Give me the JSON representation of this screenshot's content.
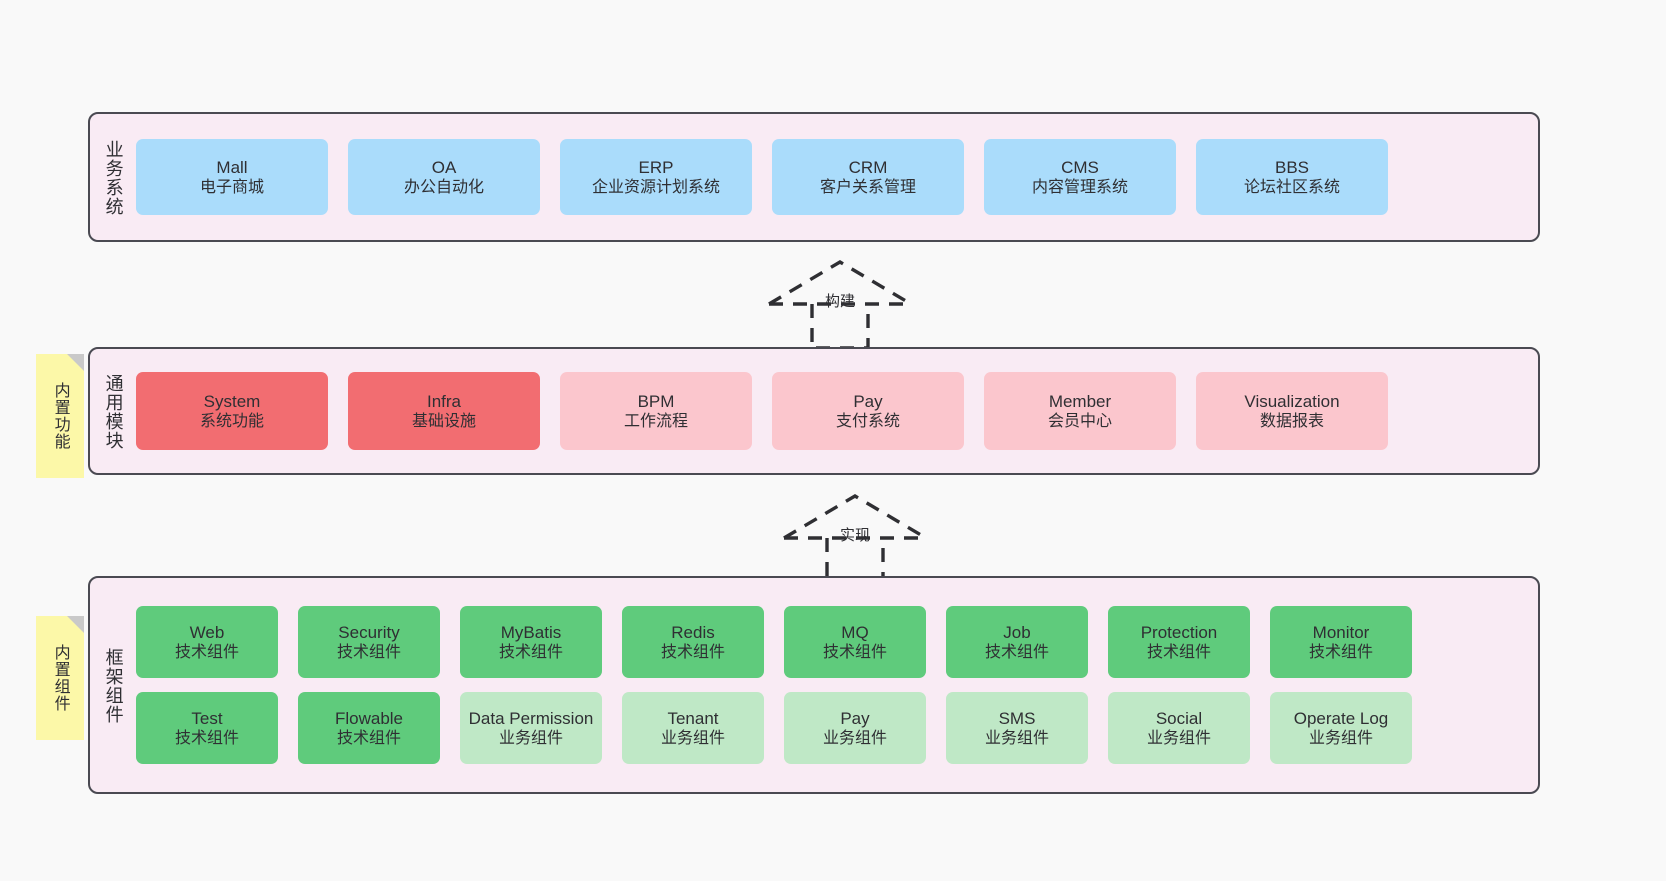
{
  "diagram": {
    "background_color": "#f9f9f9",
    "layer_border_color": "#4a4a52",
    "layer_fill_color": "#f9ebf4",
    "note_color": "#fcf8a8"
  },
  "layers": [
    {
      "id": "business",
      "title": "业务系统",
      "accent": "#aadcfb",
      "cards": [
        {
          "name": "Mall",
          "desc": "电子商城"
        },
        {
          "name": "OA",
          "desc": "办公自动化"
        },
        {
          "name": "ERP",
          "desc": "企业资源计划系统"
        },
        {
          "name": "CRM",
          "desc": "客户关系管理"
        },
        {
          "name": "CMS",
          "desc": "内容管理系统"
        },
        {
          "name": "BBS",
          "desc": "论坛社区系统"
        }
      ]
    },
    {
      "id": "common",
      "title": "通用模块",
      "accent": "#f26d71",
      "note": "内置功能",
      "cards": [
        {
          "name": "System",
          "desc": "系统功能",
          "color": "red"
        },
        {
          "name": "Infra",
          "desc": "基础设施",
          "color": "red"
        },
        {
          "name": "BPM",
          "desc": "工作流程",
          "color": "pink"
        },
        {
          "name": "Pay",
          "desc": "支付系统",
          "color": "pink"
        },
        {
          "name": "Member",
          "desc": "会员中心",
          "color": "pink"
        },
        {
          "name": "Visualization",
          "desc": "数据报表",
          "color": "pink"
        }
      ]
    },
    {
      "id": "framework",
      "title": "框架组件",
      "accent": "#5fcb7c",
      "note": "内置组件",
      "row1": [
        {
          "name": "Web",
          "desc": "技术组件",
          "color": "green"
        },
        {
          "name": "Security",
          "desc": "技术组件",
          "color": "green"
        },
        {
          "name": "MyBatis",
          "desc": "技术组件",
          "color": "green"
        },
        {
          "name": "Redis",
          "desc": "技术组件",
          "color": "green"
        },
        {
          "name": "MQ",
          "desc": "技术组件",
          "color": "green"
        },
        {
          "name": "Job",
          "desc": "技术组件",
          "color": "green"
        },
        {
          "name": "Protection",
          "desc": "技术组件",
          "color": "green"
        },
        {
          "name": "Monitor",
          "desc": "技术组件",
          "color": "green"
        }
      ],
      "row2": [
        {
          "name": "Test",
          "desc": "技术组件",
          "color": "green"
        },
        {
          "name": "Flowable",
          "desc": "技术组件",
          "color": "green"
        },
        {
          "name": "Data Permission",
          "desc": "业务组件",
          "color": "lightgreen"
        },
        {
          "name": "Tenant",
          "desc": "业务组件",
          "color": "lightgreen"
        },
        {
          "name": "Pay",
          "desc": "业务组件",
          "color": "lightgreen"
        },
        {
          "name": "SMS",
          "desc": "业务组件",
          "color": "lightgreen"
        },
        {
          "name": "Social",
          "desc": "业务组件",
          "color": "lightgreen"
        },
        {
          "name": "Operate Log",
          "desc": "业务组件",
          "color": "lightgreen"
        }
      ]
    }
  ],
  "connectors": [
    {
      "id": "build",
      "label": "构建",
      "from": "common",
      "to": "business"
    },
    {
      "id": "realize",
      "label": "实现",
      "from": "framework",
      "to": "common"
    }
  ]
}
